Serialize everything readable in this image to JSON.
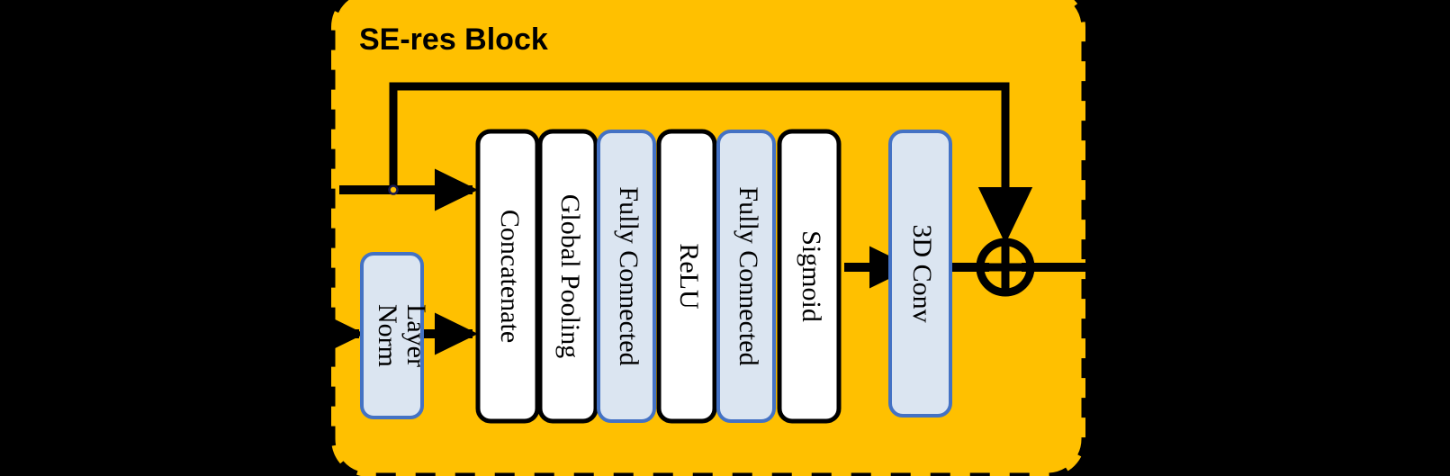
{
  "diagram": {
    "type": "neural-network-block-diagram",
    "title": "SE-res Block",
    "background_color": "#000000",
    "container": {
      "fill": "#ffc000",
      "border_color": "#000000",
      "border_style": "dashed",
      "corner_radius": 40
    },
    "blocks": [
      {
        "id": "layer-norm",
        "label": "Layer Norm",
        "fill": "#dbe5f1",
        "stroke": "#4472c4",
        "orientation": "vertical-text",
        "lines": [
          "Layer",
          "Norm"
        ]
      },
      {
        "id": "concatenate",
        "label": "Concatenate",
        "fill": "#ffffff",
        "stroke": "#000000",
        "orientation": "vertical-text",
        "lines": [
          "Concatenate"
        ]
      },
      {
        "id": "global-pooling",
        "label": "Global Pooling",
        "fill": "#ffffff",
        "stroke": "#000000",
        "orientation": "vertical-text",
        "lines": [
          "Global Pooling"
        ]
      },
      {
        "id": "fully-connected-1",
        "label": "Fully Connected",
        "fill": "#dbe5f1",
        "stroke": "#4472c4",
        "orientation": "vertical-text",
        "lines": [
          "Fully Connected"
        ]
      },
      {
        "id": "relu",
        "label": "ReLU",
        "fill": "#ffffff",
        "stroke": "#000000",
        "orientation": "vertical-text",
        "lines": [
          "ReLU"
        ]
      },
      {
        "id": "fully-connected-2",
        "label": "Fully Connected",
        "fill": "#dbe5f1",
        "stroke": "#4472c4",
        "orientation": "vertical-text",
        "lines": [
          "Fully Connected"
        ]
      },
      {
        "id": "sigmoid",
        "label": "Sigmoid",
        "fill": "#ffffff",
        "stroke": "#000000",
        "orientation": "vertical-text",
        "lines": [
          "Sigmoid"
        ]
      },
      {
        "id": "conv-3d",
        "label": "3D Conv",
        "fill": "#dbe5f1",
        "stroke": "#4472c4",
        "orientation": "vertical-text",
        "lines": [
          "3D Conv"
        ]
      }
    ],
    "operator": {
      "id": "add-operator",
      "symbol": "+",
      "shape": "circle-plus"
    },
    "connections": [
      {
        "from": "input",
        "to": "layer-norm",
        "kind": "arrow"
      },
      {
        "from": "layer-norm",
        "to": "concatenate",
        "kind": "arrow"
      },
      {
        "from": "input-branch",
        "to": "concatenate",
        "kind": "arrow"
      },
      {
        "from": "sigmoid",
        "to": "conv-3d",
        "kind": "arrow"
      },
      {
        "from": "conv-3d",
        "to": "add-operator",
        "kind": "line"
      },
      {
        "from": "input-branch",
        "to": "add-operator",
        "kind": "skip-arrow"
      },
      {
        "from": "add-operator",
        "to": "output",
        "kind": "line"
      }
    ],
    "junction": {
      "id": "branch-junction",
      "shape": "small-circle"
    }
  }
}
